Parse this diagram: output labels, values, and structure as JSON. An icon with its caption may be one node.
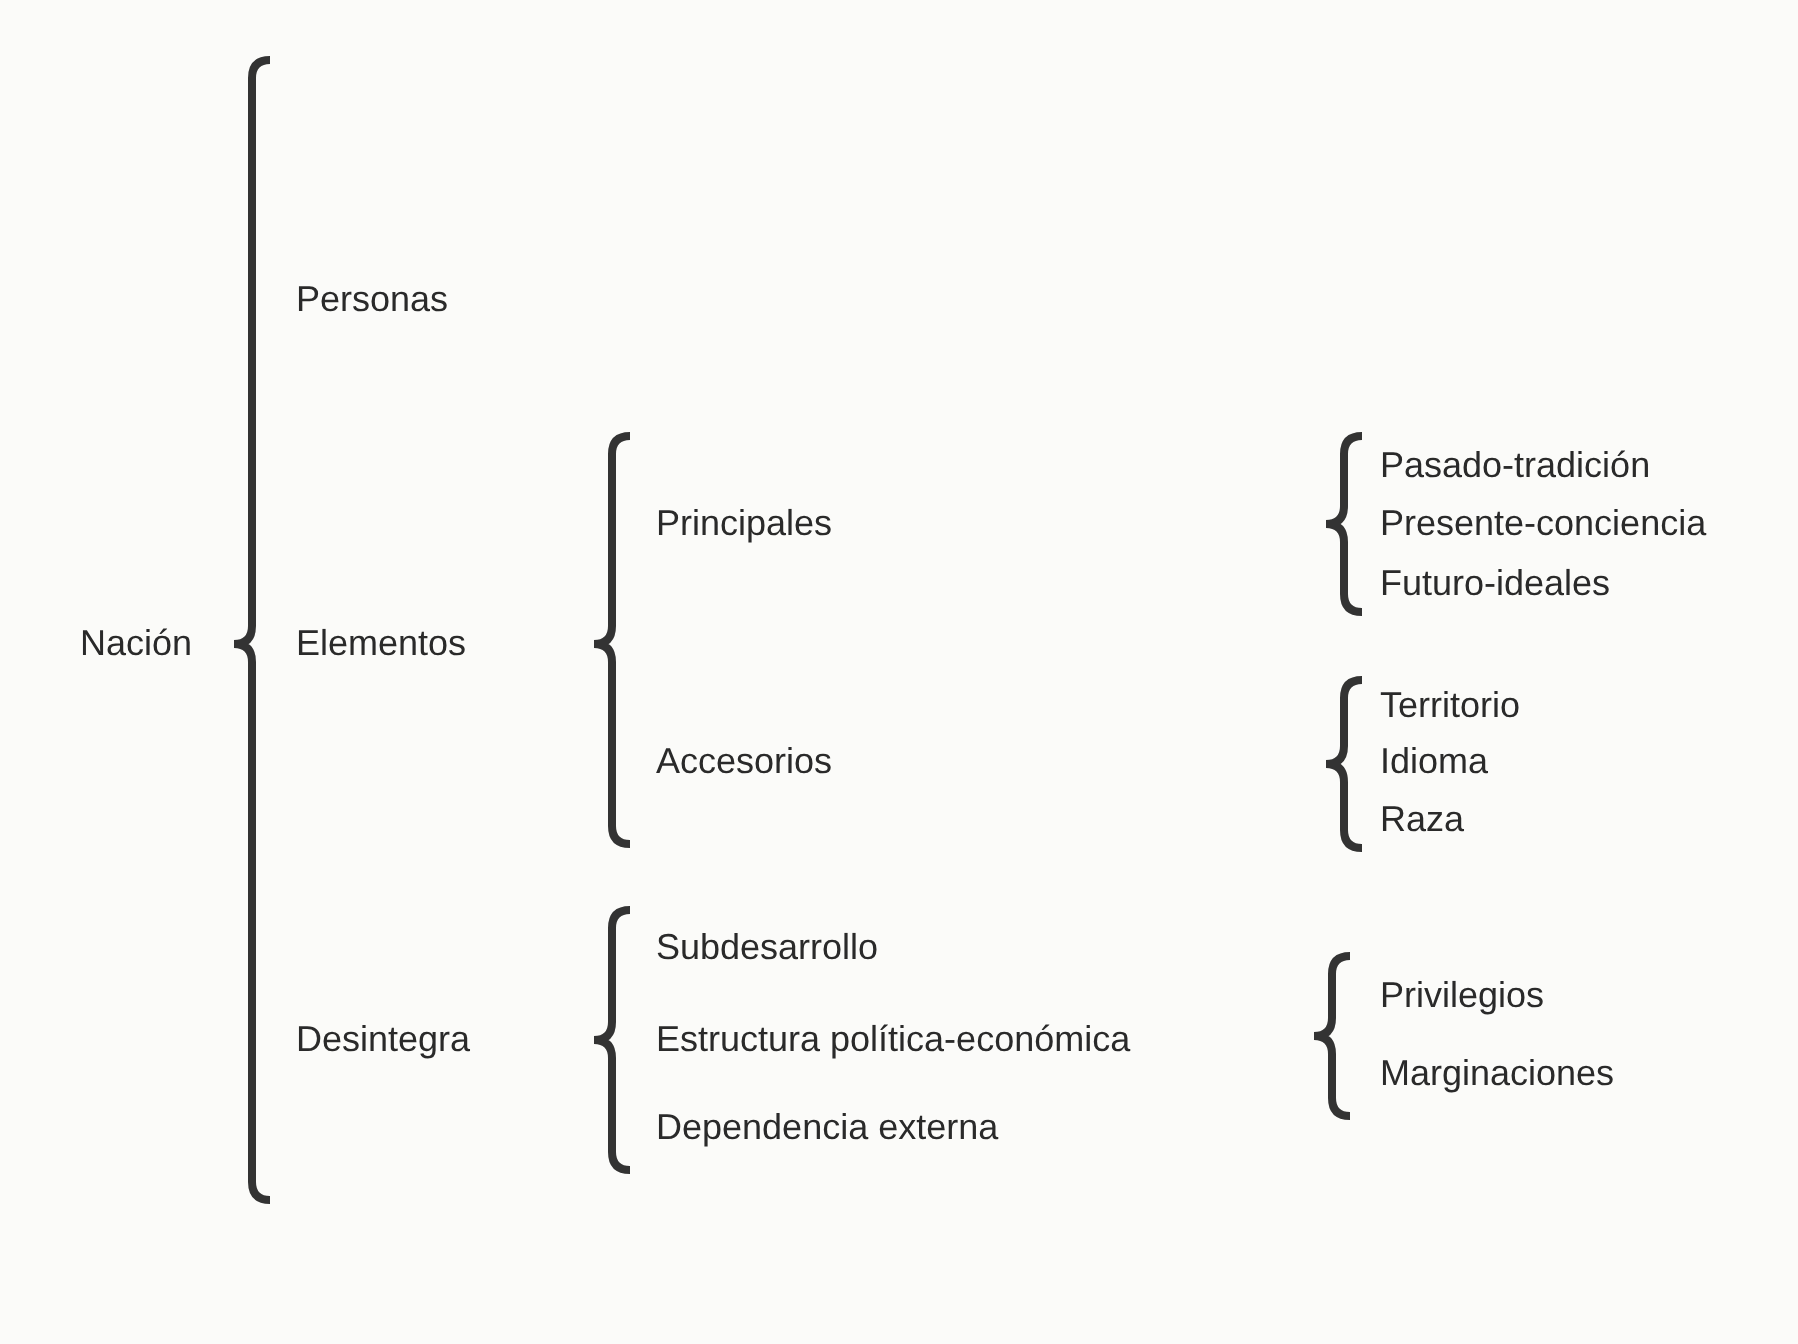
{
  "diagram": {
    "labels": [
      "Personas",
      "Pasado-tradición",
      "Principales",
      "Presente-conciencia",
      "Futuro-ideales",
      "Nación",
      "Elementos",
      "Territorio",
      "Accesorios",
      "Idioma",
      "Raza",
      "Subdesarrollo",
      "Privilegios",
      "Desintegra",
      "Estructura política-económica",
      "Marginaciones",
      "Dependencia externa"
    ]
  }
}
